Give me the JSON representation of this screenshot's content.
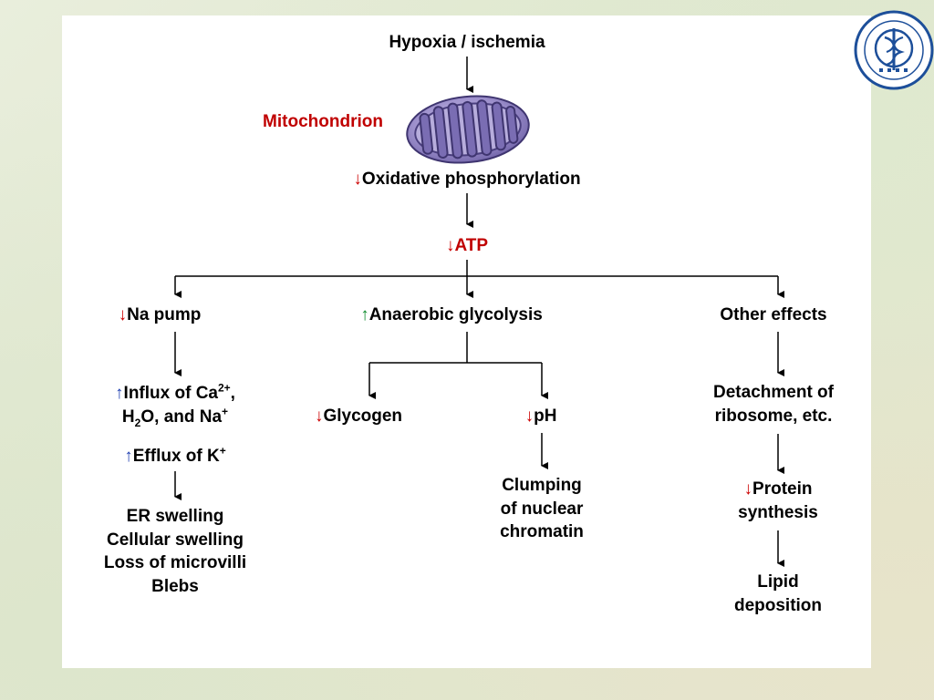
{
  "nodes": {
    "hypoxia": "Hypoxia / ischemia",
    "mitochondrion": "Mitochondrion",
    "oxphos": "Oxidative phosphorylation",
    "atp": "ATP",
    "na_pump": "Na pump",
    "anaerobic": "Anaerobic glycolysis",
    "other": "Other effects",
    "influx_a": "Influx of Ca",
    "influx_b": ",",
    "influx_c": "O, and Na",
    "efflux": "Efflux of K",
    "glycogen": "Glycogen",
    "ph": "pH",
    "detach1": "Detachment of",
    "detach2": "ribosome, etc.",
    "er1": "ER swelling",
    "er2": "Cellular swelling",
    "er3": "Loss of microvilli",
    "er4": "Blebs",
    "clump1": "Clumping",
    "clump2": "of nuclear",
    "clump3": "chromatin",
    "protein1": "Protein",
    "protein2": "synthesis",
    "lipid1": "Lipid",
    "lipid2": "deposition"
  },
  "symbols": {
    "down": "↓",
    "up": "↑",
    "ca_charge": "2+",
    "na_charge": "+",
    "k_charge": "+",
    "h2": "H",
    "sub2": "2"
  },
  "colors": {
    "decrease_arrow": "#cc0000",
    "increase_arrow_green": "#0a8a2a",
    "increase_arrow_blue": "#1f3fb0",
    "highlight_text": "#c00000"
  },
  "icons": {
    "mitochondrion": "mitochondrion-illustration",
    "logo": "university-seal-logo"
  }
}
